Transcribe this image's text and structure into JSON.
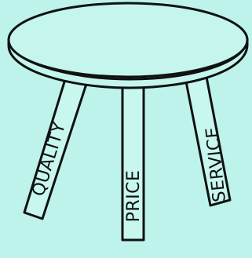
{
  "diagram": {
    "colors": {
      "background": "#bdf3ea",
      "ink": "#111111"
    },
    "legs": [
      {
        "label": "QUALITY"
      },
      {
        "label": "PRICE"
      },
      {
        "label": "SERVICE"
      }
    ]
  }
}
